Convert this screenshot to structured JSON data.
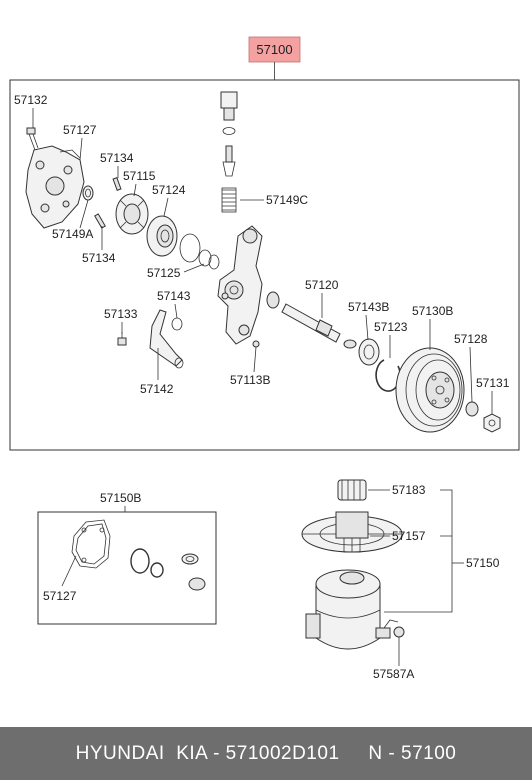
{
  "main_assembly": {
    "title_label": "57100",
    "accent_color": "#f4a1a1",
    "parts": {
      "p57132": "57132",
      "p57127": "57127",
      "p57134a": "57134",
      "p57115": "57115",
      "p57124": "57124",
      "p57149a": "57149A",
      "p57134b": "57134",
      "p57149c": "57149C",
      "p57125": "57125",
      "p57120": "57120",
      "p57143b": "57143B",
      "p57130b": "57130B",
      "p57123": "57123",
      "p57143": "57143",
      "p57133": "57133",
      "p57128": "57128",
      "p57131": "57131",
      "p57142": "57142",
      "p57113b": "57113B"
    }
  },
  "gasket_kit": {
    "title_label": "57150B",
    "parts": {
      "p57127": "57127"
    }
  },
  "reservoir": {
    "parts": {
      "p57183": "57183",
      "p57157": "57157",
      "p57150": "57150",
      "p57587a": "57587A"
    }
  },
  "footer": {
    "brand": "HYUNDAI  KIA - 571002D101     N - 57100",
    "bg_color": "#6e6e6e"
  }
}
